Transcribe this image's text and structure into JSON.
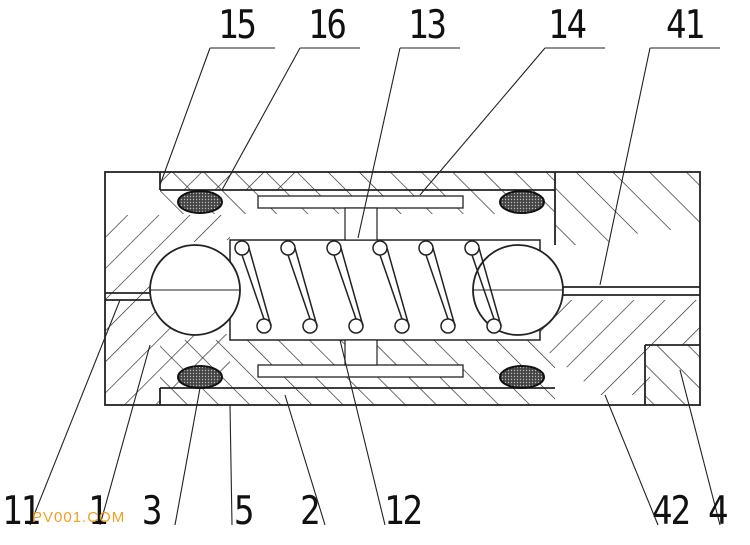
{
  "labels_top": {
    "l15": "15",
    "l16": "16",
    "l13": "13",
    "l14": "14",
    "l41": "41"
  },
  "labels_bottom": {
    "l11": "11",
    "l1": "1",
    "l3": "3",
    "l5": "5",
    "l2": "2",
    "l12": "12",
    "l42": "42",
    "l4": "4"
  },
  "watermark": "PV001.COM",
  "colors": {
    "line": "#222222",
    "seal_fill": "#555555",
    "watermark": "#f0a020"
  }
}
